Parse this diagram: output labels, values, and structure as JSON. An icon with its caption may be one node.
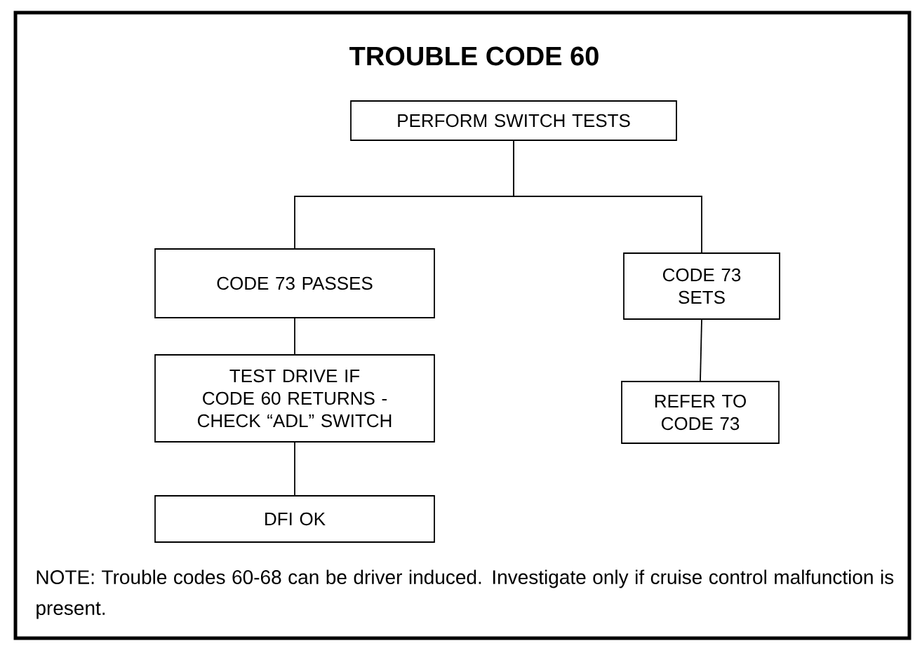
{
  "diagram": {
    "title": "TROUBLE CODE 60",
    "nodes": [
      {
        "text": [
          "PERFORM SWITCH TESTS"
        ]
      },
      {
        "text": [
          "CODE 73 PASSES"
        ]
      },
      {
        "text": [
          "CODE 73 SETS"
        ]
      },
      {
        "text": [
          "TEST DRIVE IF CODE 60 RETURNS - CHECK “ADL” SWITCH"
        ]
      },
      {
        "text": [
          "REFER TO CODE 73"
        ]
      },
      {
        "text": [
          "DFI OK"
        ]
      }
    ],
    "edges": [
      {
        "from": 0,
        "to": 1,
        "arrow": "none"
      },
      {
        "from": 0,
        "to": 2,
        "arrow": "none"
      },
      {
        "from": 1,
        "to": 3,
        "arrow": "none"
      },
      {
        "from": 2,
        "to": 4,
        "arrow": "none"
      },
      {
        "from": 3,
        "to": 5,
        "arrow": "none"
      }
    ],
    "labels": [
      "NOTE: Trouble codes 60-68 can be driver induced. Investigate only if cruise control malfunction is present."
    ]
  }
}
